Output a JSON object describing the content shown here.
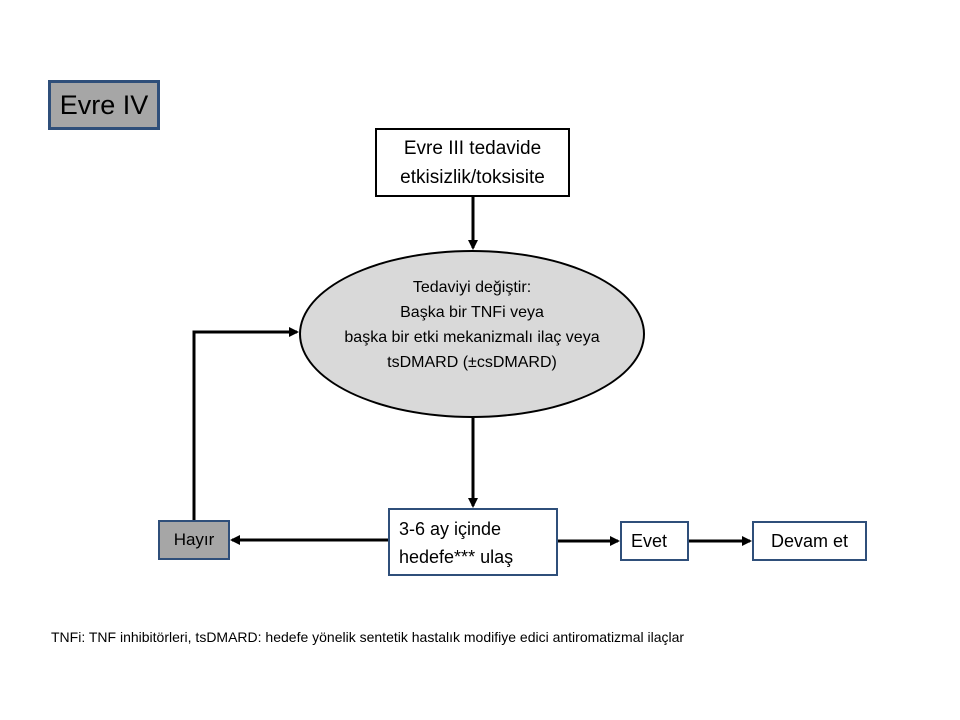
{
  "stage_label": "Evre IV",
  "start_box": {
    "line1": "Evre III tedavide",
    "line2": "etkisizlik/toksisite"
  },
  "treatment_change": {
    "line1": "Tedaviyi değiştir:",
    "line2": "Başka bir TNFi veya",
    "line3": "başka bir etki mekanizmalı ilaç veya",
    "line4": "tsDMARD (±csDMARD)"
  },
  "target_box": {
    "line1": "3-6 ay içinde",
    "line2": "hedefe*** ulaş"
  },
  "yes_label": "Evet",
  "continue_label": "Devam et",
  "no_label": "Hayır",
  "footnote": "TNFi: TNF inhibitörleri, tsDMARD: hedefe yönelik sentetik hastalık modifiye edici antiromatizmal ilaçlar",
  "colors": {
    "grey_fill": "#a6a6a6",
    "ellipse_fill": "#d9d9d9",
    "box_border": "#2f4f7a",
    "arrow": "#000000"
  }
}
